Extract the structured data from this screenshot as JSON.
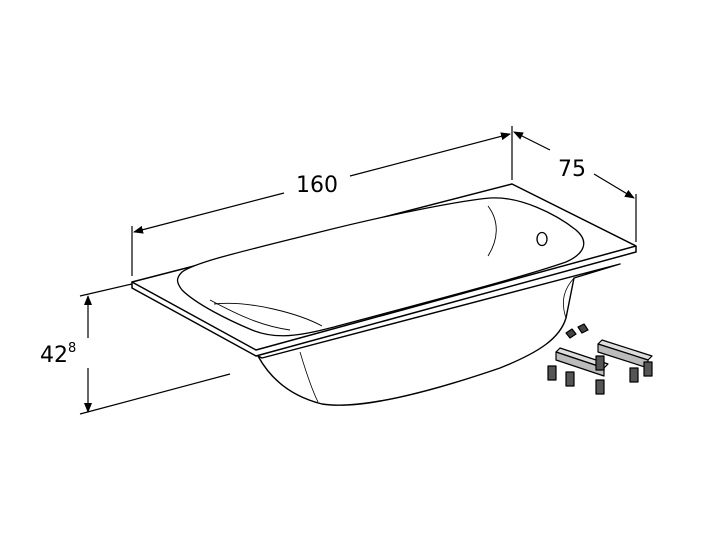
{
  "dimensions": {
    "length": "160",
    "width": "75",
    "height_main": "42",
    "height_sup": "8"
  },
  "colors": {
    "line": "#000000",
    "fill": "#ffffff",
    "inner_shade": "#f7f7f7"
  }
}
